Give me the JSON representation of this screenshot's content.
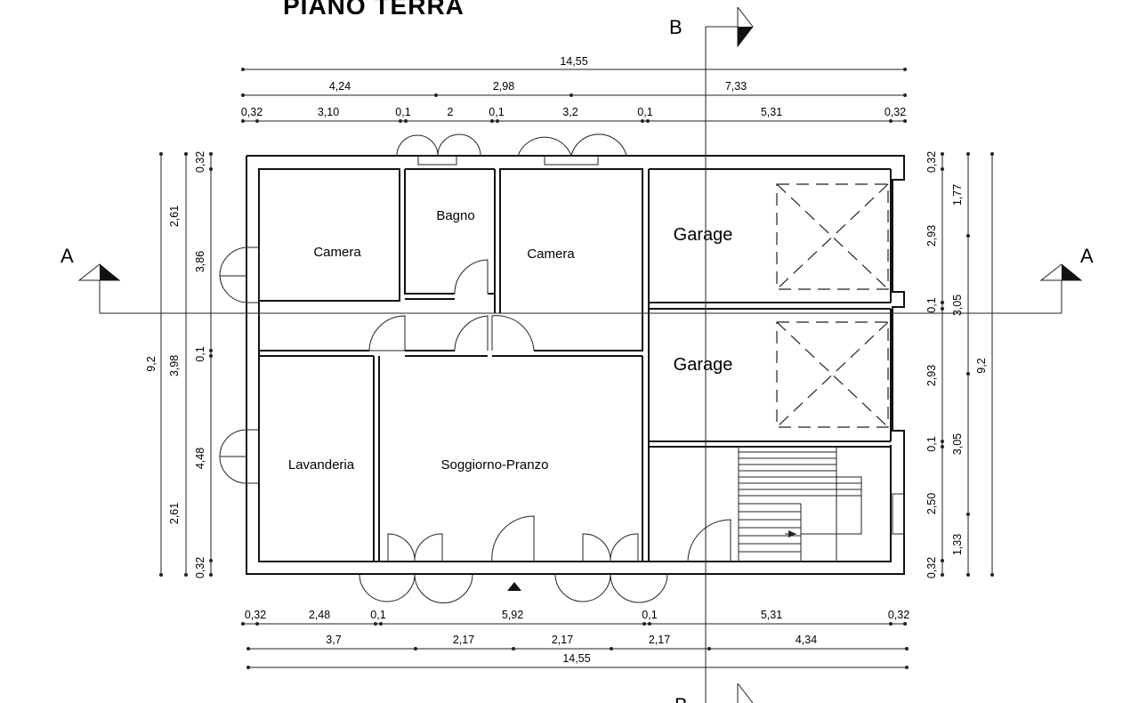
{
  "title": "PIANO TERRA",
  "rooms": {
    "camera_1": "Camera",
    "bagno": "Bagno",
    "camera_2": "Camera",
    "garage_1": "Garage",
    "garage_2": "Garage",
    "lavanderia": "Lavanderia",
    "soggiorno": "Soggiorno-Pranzo"
  },
  "sections": {
    "a_left": "A",
    "a_right": "A",
    "b_top": "B",
    "b_bottom": "B"
  },
  "dims_top": {
    "total": "14,55",
    "row2": [
      "4,24",
      "2,98",
      "7,33"
    ],
    "row3": [
      "0,32",
      "3,10",
      "0,1",
      "2",
      "0,1",
      "3,2",
      "0,1",
      "5,31",
      "0,32"
    ]
  },
  "dims_bottom": {
    "row1": [
      "0,32",
      "2,48",
      "0,1",
      "5,92",
      "0,1",
      "5,31",
      "0,32"
    ],
    "row2": [
      "3,7",
      "2,17",
      "2,17",
      "2,17",
      "4,34"
    ],
    "total": "14,55"
  },
  "dims_left": {
    "total": "9,2",
    "outer": [
      "2,61",
      "2,61"
    ],
    "middle": [
      "3,86",
      "3,98",
      "4,48"
    ],
    "inner": [
      "0,32",
      "0,1",
      "0,32"
    ]
  },
  "dims_right": {
    "inner": [
      "0,32",
      "2,93",
      "0,1",
      "2,93",
      "0,1",
      "2,50",
      "0,32"
    ],
    "middle": [
      "1,77",
      "3,05",
      "3,05",
      "1,33"
    ],
    "total": "9,2"
  }
}
